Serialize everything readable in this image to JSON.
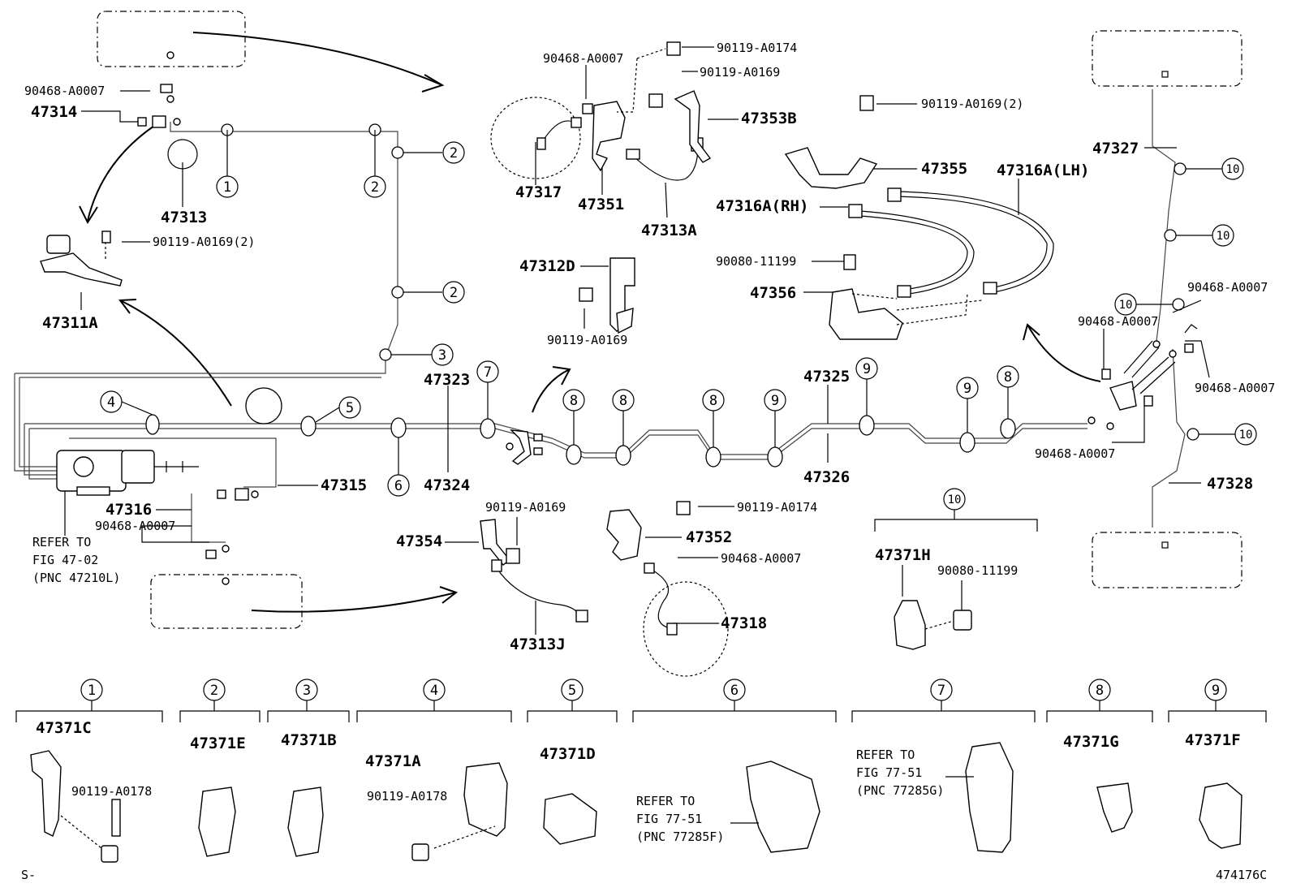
{
  "labels": {
    "p47314": "47314",
    "p47313": "47313",
    "p47311A": "47311A",
    "p47316": "47316",
    "p47315": "47315",
    "p47323": "47323",
    "p47324": "47324",
    "p47325": "47325",
    "p47326": "47326",
    "p47327": "47327",
    "p47328": "47328",
    "p47317": "47317",
    "p47351": "47351",
    "p47313A": "47313A",
    "p47353B": "47353B",
    "p47312D": "47312D",
    "p47355": "47355",
    "p47316A_LH": "47316A(LH)",
    "p47316A_RH": "47316A(RH)",
    "p47356": "47356",
    "p47354": "47354",
    "p47352": "47352",
    "p47313J": "47313J",
    "p47318": "47318",
    "p47371H": "47371H",
    "p47371C": "47371C",
    "p47371E": "47371E",
    "p47371B": "47371B",
    "p47371A": "47371A",
    "p47371D": "47371D",
    "p47371G": "47371G",
    "p47371F": "47371F",
    "f90468_a": "90468-A0007",
    "f90468_b": "90468-A0007",
    "f90468_c": "90468-A0007",
    "f90468_d": "90468-A0007",
    "f90468_e": "90468-A0007",
    "f90468_f": "90468-A0007",
    "f90468_g": "90468-A0007",
    "f90468_h": "90468-A0007",
    "f90119_0169_2a": "90119-A0169(2)",
    "f90119_0169_2b": "90119-A0169(2)",
    "f90119_0174_a": "90119-A0174",
    "f90119_0174_b": "90119-A0174",
    "f90119_0169_a": "90119-A0169",
    "f90119_0169_b": "90119-A0169",
    "f90119_0169_c": "90119-A0169",
    "f90080_a": "90080-11199",
    "f90080_b": "90080-11199",
    "f90119_0178_a": "90119-A0178",
    "f90119_0178_b": "90119-A0178",
    "ref_fig4702_1": "REFER TO",
    "ref_fig4702_2": "FIG 47-02",
    "ref_fig4702_3": "(PNC 47210L)",
    "ref_7751f_1": "REFER TO",
    "ref_7751f_2": "FIG 77-51",
    "ref_7751f_3": "(PNC 77285F)",
    "ref_7751g_1": "REFER TO",
    "ref_7751g_2": "FIG 77-51",
    "ref_7751g_3": "(PNC 77285G)",
    "figure_code": "474176C",
    "corner_mark": "S-"
  },
  "callouts": [
    "1",
    "2",
    "3",
    "4",
    "5",
    "6",
    "7",
    "8",
    "9",
    "10"
  ]
}
